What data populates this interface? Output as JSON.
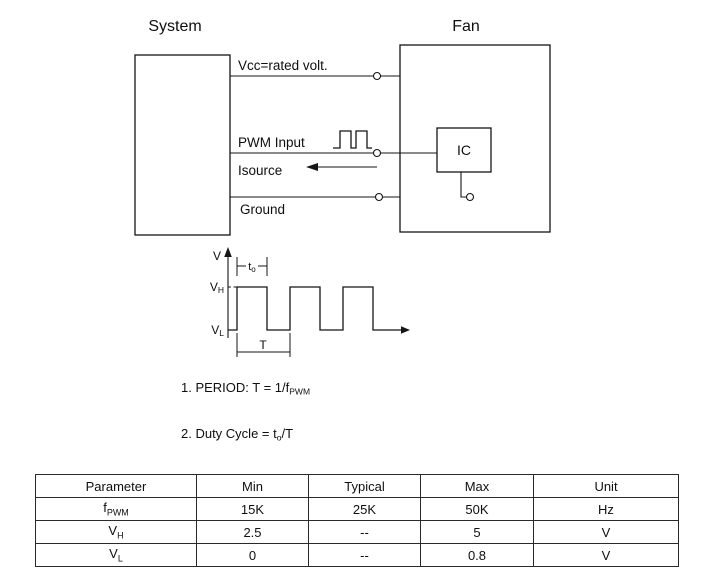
{
  "diagram": {
    "system_label": "System",
    "fan_label": "Fan",
    "ic_label": "IC",
    "vcc_label": "Vcc=rated volt.",
    "pwm_label": "PWM Input",
    "isource_label": "Isource",
    "ground_label": "Ground"
  },
  "waveform": {
    "axis_label": "V",
    "vh_main": "V",
    "vh_sub": "H",
    "vl_main": "V",
    "vl_sub": "L",
    "to_main": "t",
    "to_sub": "o",
    "period_label": "T"
  },
  "notes": {
    "note1_text": "1. PERIOD:  T = 1/f",
    "note1_sub": "PWM",
    "note2_text": "2. Duty Cycle = t",
    "note2_sub": "o",
    "note2_tail": "/T"
  },
  "table": {
    "headers": [
      "Parameter",
      "Min",
      "Typical",
      "Max",
      "Unit"
    ],
    "rows": [
      {
        "param_main": "f",
        "param_sub": "PWM",
        "min": "15K",
        "typ": "25K",
        "max": "50K",
        "unit": "Hz"
      },
      {
        "param_main": "V",
        "param_sub": "H",
        "min": "2.5",
        "typ": "--",
        "max": "5",
        "unit": "V"
      },
      {
        "param_main": "V",
        "param_sub": "L",
        "min": "0",
        "typ": "--",
        "max": "0.8",
        "unit": "V"
      }
    ]
  }
}
